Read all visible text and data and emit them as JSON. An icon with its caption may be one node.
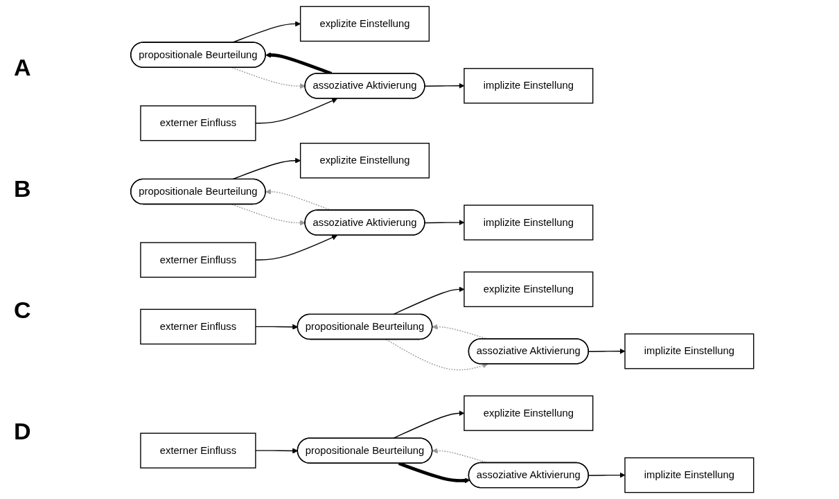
{
  "diagram": {
    "nodes": [
      {
        "text": [
          "propositionale Beurteilung"
        ]
      },
      {
        "text": [
          "explizite Einstellung"
        ]
      },
      {
        "text": [
          "externer Einfluss"
        ]
      },
      {
        "text": [
          "assoziative Aktivierung"
        ]
      },
      {
        "text": [
          "implizite Einstellung"
        ]
      },
      {
        "text": [
          "propositionale Beurteilung"
        ]
      },
      {
        "text": [
          "explizite Einstellung"
        ]
      },
      {
        "text": [
          "externer Einfluss"
        ]
      },
      {
        "text": [
          "assoziative Aktivierung"
        ]
      },
      {
        "text": [
          "implizite Einstellung"
        ]
      },
      {
        "text": [
          "propositionale Beurteilung"
        ]
      },
      {
        "text": [
          "explizite Einstellung"
        ]
      },
      {
        "text": [
          "externer Einfluss"
        ]
      },
      {
        "text": [
          "assoziative Aktivierung"
        ]
      },
      {
        "text": [
          "implizite Einstellung"
        ]
      },
      {
        "text": [
          "propositionale Beurteilung"
        ]
      },
      {
        "text": [
          "explizite Einstellung"
        ]
      },
      {
        "text": [
          "externer Einfluss"
        ]
      },
      {
        "text": [
          "assoziative Aktivierung"
        ]
      },
      {
        "text": [
          "implizite Einstellung"
        ]
      }
    ],
    "edges": [
      {
        "from": 0,
        "to": 1,
        "arrow": "to"
      },
      {
        "from": 2,
        "to": 3,
        "arrow": "to"
      },
      {
        "from": 3,
        "to": 0,
        "arrow": "to",
        "style": "thick"
      },
      {
        "from": 0,
        "to": 3,
        "arrow": "to",
        "style": "dashed",
        "color": "#999999"
      },
      {
        "from": 3,
        "to": 4,
        "arrow": "to"
      },
      {
        "from": 5,
        "to": 6,
        "arrow": "to"
      },
      {
        "from": 7,
        "to": 8,
        "arrow": "to"
      },
      {
        "from": 8,
        "to": 5,
        "arrow": "to",
        "style": "dashed",
        "color": "#999999"
      },
      {
        "from": 5,
        "to": 8,
        "arrow": "to",
        "style": "dashed",
        "color": "#999999"
      },
      {
        "from": 8,
        "to": 9,
        "arrow": "to"
      },
      {
        "from": 12,
        "to": 10,
        "arrow": "to"
      },
      {
        "from": 10,
        "to": 11,
        "arrow": "to"
      },
      {
        "from": 13,
        "to": 10,
        "arrow": "to",
        "style": "dashed",
        "color": "#999999"
      },
      {
        "from": 10,
        "to": 13,
        "arrow": "to",
        "style": "dashed",
        "color": "#999999"
      },
      {
        "from": 13,
        "to": 14,
        "arrow": "to"
      },
      {
        "from": 17,
        "to": 15,
        "arrow": "to"
      },
      {
        "from": 15,
        "to": 16,
        "arrow": "to"
      },
      {
        "from": 18,
        "to": 15,
        "arrow": "to",
        "style": "dashed",
        "color": "#999999"
      },
      {
        "from": 15,
        "to": 18,
        "arrow": "to",
        "style": "thick"
      },
      {
        "from": 18,
        "to": 19,
        "arrow": "to"
      }
    ],
    "labels": [
      "A",
      "B",
      "C",
      "D"
    ]
  }
}
